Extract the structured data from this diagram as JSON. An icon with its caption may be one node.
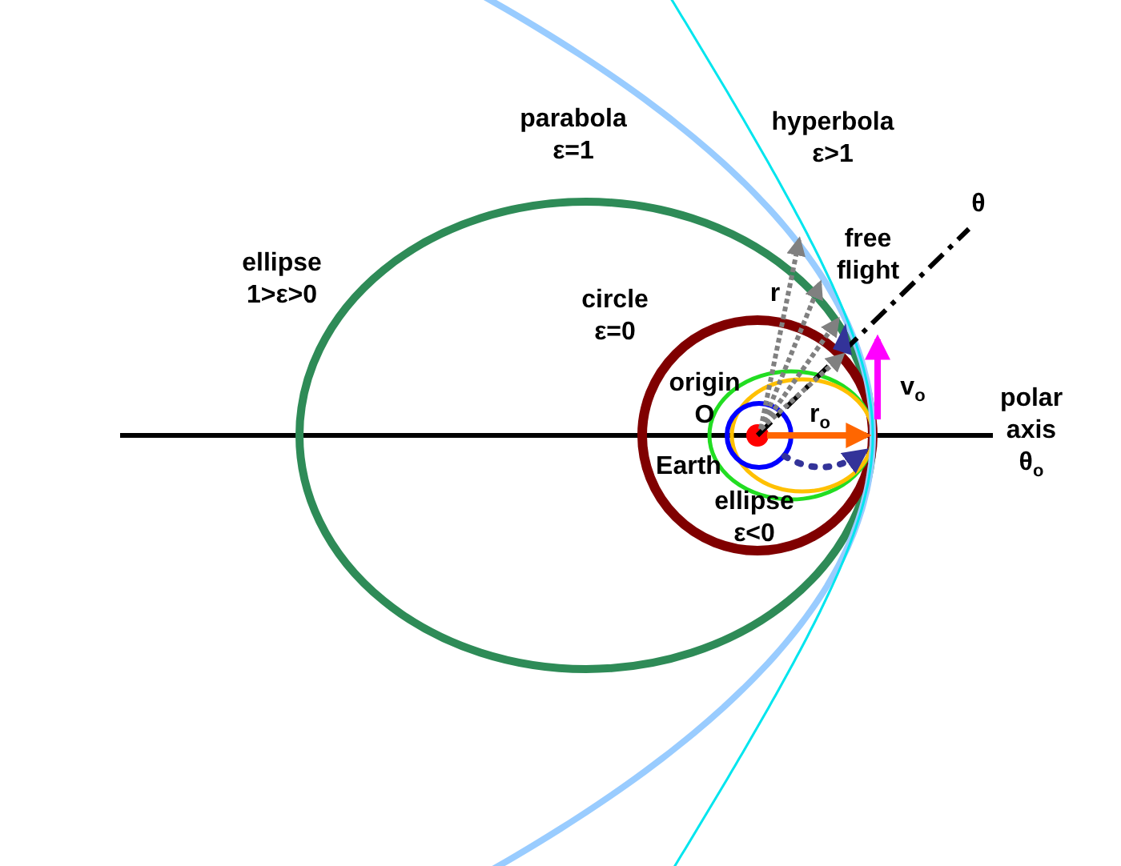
{
  "diagram": {
    "labels": [
      "parabola ε=1",
      "hyperbola ε>1",
      "θ",
      "free flight",
      "ellipse 1>ε>0",
      "circle ε=0",
      "r",
      "origin O",
      "v$_{o}$",
      "polar axis θ$_{o}$",
      "r$_{o}$",
      "Earth",
      "ellipse ε<0"
    ]
  }
}
